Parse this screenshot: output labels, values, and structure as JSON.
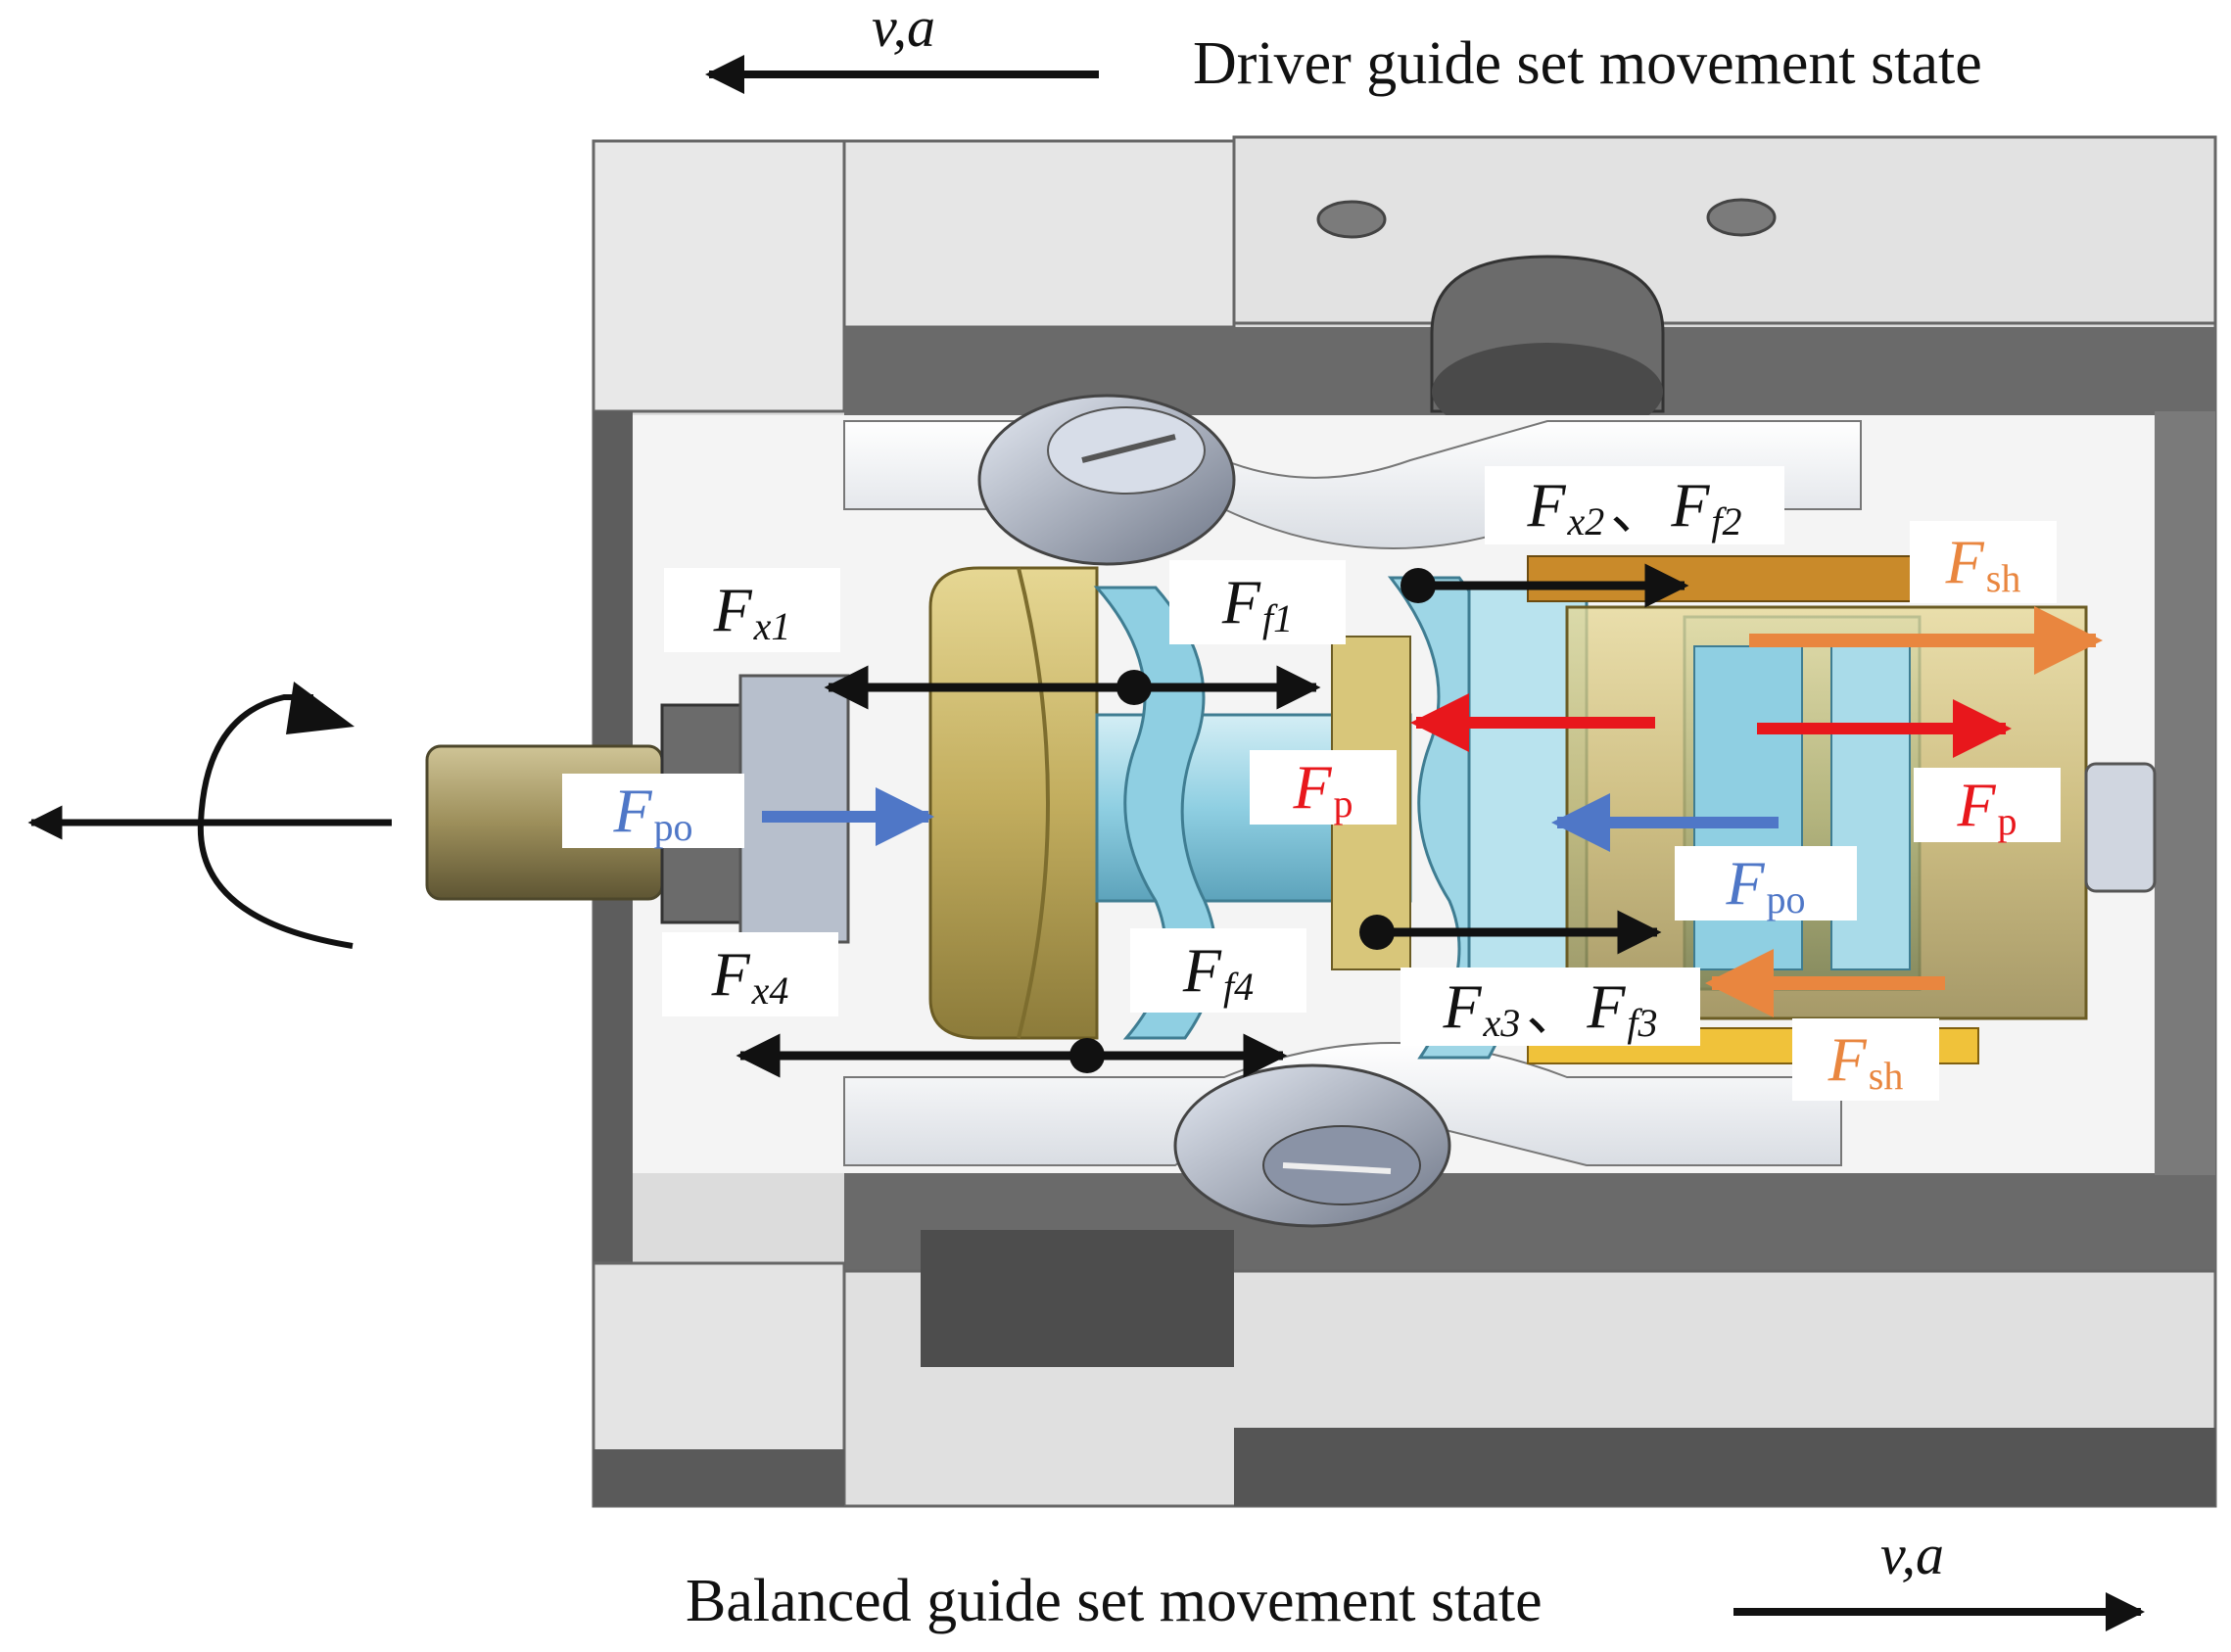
{
  "top_caption": "Driver guide set movement state",
  "bottom_caption": "Balanced guide set movement state",
  "motion_label_top": "v,a",
  "motion_label_bottom": "v,a",
  "labels": {
    "fx1": {
      "sym": "F",
      "sub": "x1"
    },
    "ff1": {
      "sym": "F",
      "sub": "f1"
    },
    "fx2ff2": {
      "sym1": "F",
      "sub1": "x2",
      "sep": "、",
      "sym2": "F",
      "sub2": "f2"
    },
    "fsh_top": {
      "sym": "F",
      "sub": "sh"
    },
    "fpo_left": {
      "sym": "F",
      "sub": "po"
    },
    "fp_center": {
      "sym": "F",
      "sub": "p"
    },
    "fp_right": {
      "sym": "F",
      "sub": "p"
    },
    "fpo_right": {
      "sym": "F",
      "sub": "po"
    },
    "fx4": {
      "sym": "F",
      "sub": "x4"
    },
    "ff4": {
      "sym": "F",
      "sub": "f4"
    },
    "fx3ff3": {
      "sym1": "F",
      "sub1": "x3",
      "sep": "、",
      "sym2": "F",
      "sub2": "f3"
    },
    "fsh_bottom": {
      "sym": "F",
      "sub": "sh"
    }
  },
  "colors": {
    "black_force": "#111111",
    "red_force": "#e8171c",
    "blue_force": "#4f77c7",
    "orange_force": "#e9863f",
    "housing_light": "#dcdcdc",
    "housing_dark": "#5d5d5d",
    "brass": "#c9b46a",
    "cyan_part": "#9ed6e6"
  },
  "icons": [
    "rotation-arrow-icon",
    "output-direction-arrow-icon"
  ]
}
